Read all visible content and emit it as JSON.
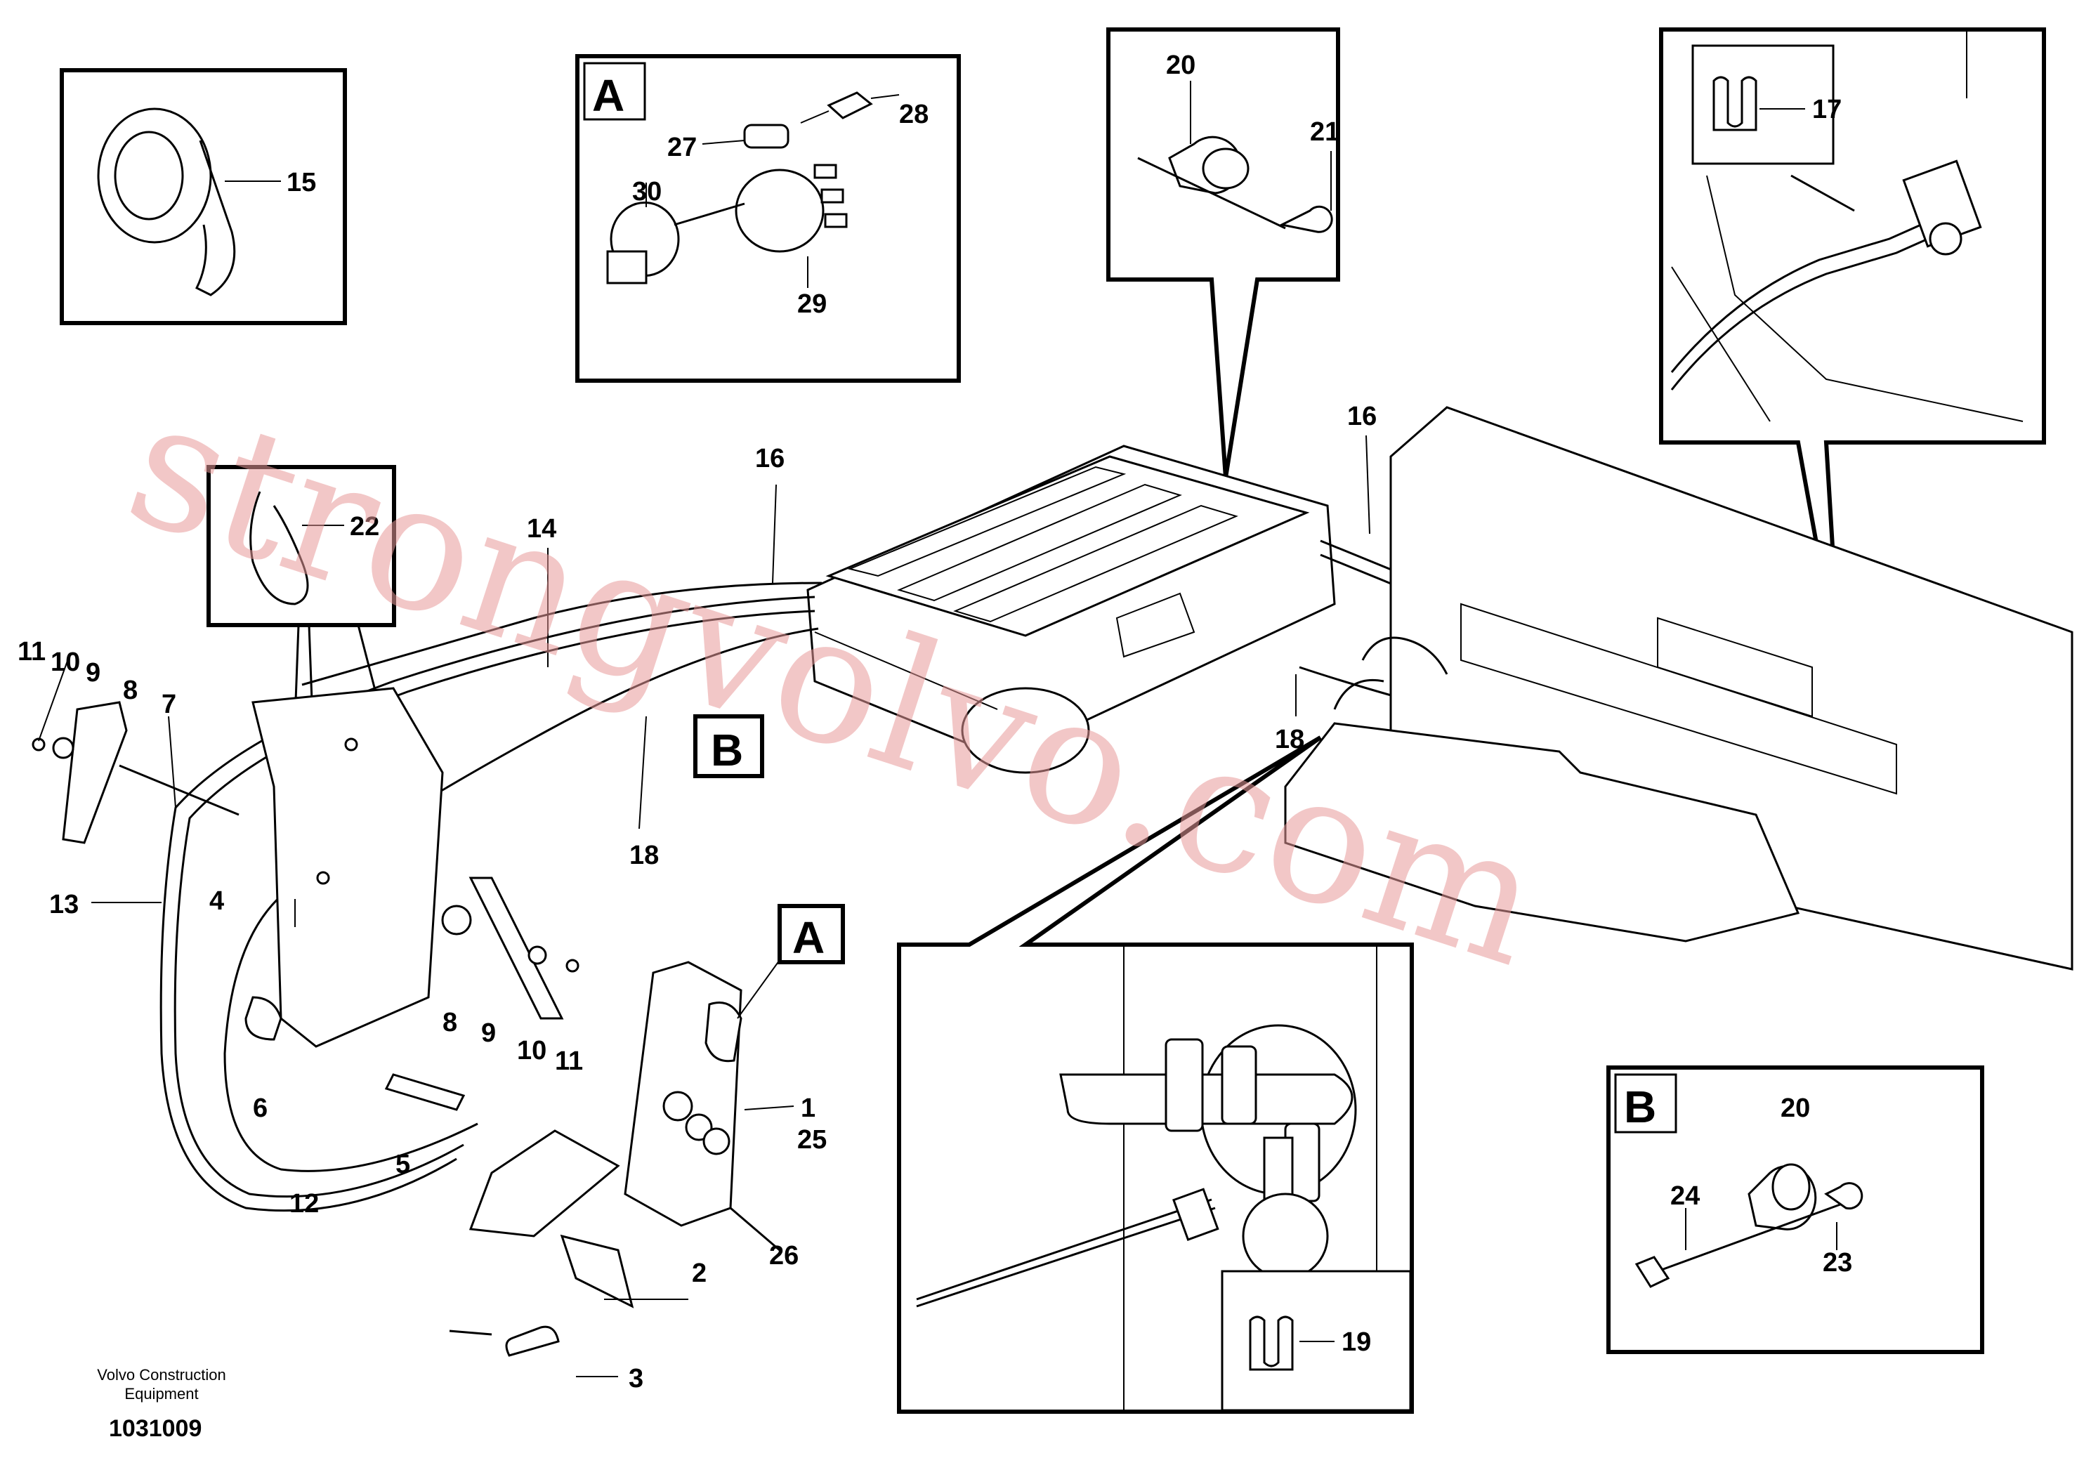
{
  "callouts": {
    "c1": "1",
    "c2": "2",
    "c3": "3",
    "c4": "4",
    "c5": "5",
    "c6": "6",
    "c7": "7",
    "c8a": "8",
    "c8b": "8",
    "c9a": "9",
    "c9b": "9",
    "c10a": "10",
    "c10b": "10",
    "c11a": "11",
    "c11b": "11",
    "c12": "12",
    "c13": "13",
    "c14": "14",
    "c15": "15",
    "c16a": "16",
    "c16b": "16",
    "c17": "17",
    "c18a": "18",
    "c18b": "18",
    "c19": "19",
    "c20a": "20",
    "c20b": "20",
    "c21": "21",
    "c22": "22",
    "c23": "23",
    "c24": "24",
    "c25": "25",
    "c26": "26",
    "c27": "27",
    "c28": "28",
    "c29": "29",
    "c30": "30"
  },
  "section_labels": {
    "a_detail": "A",
    "a_ref": "A",
    "b_detail": "B",
    "b_ref": "B"
  },
  "footer": {
    "company_line1": "Volvo Construction",
    "company_line2": "Equipment",
    "drawing_number": "1031009"
  },
  "watermark": "strongvolvo.com"
}
